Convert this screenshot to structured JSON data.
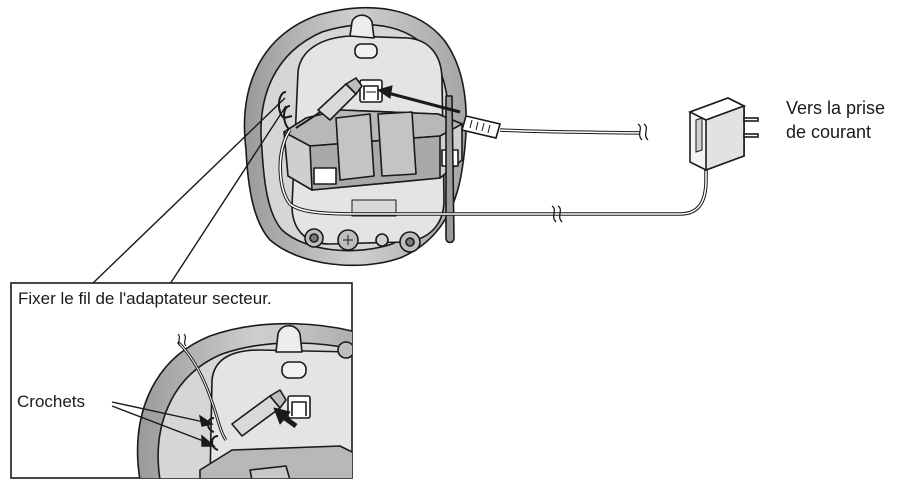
{
  "diagram": {
    "outlet_label": {
      "line1": "Vers la prise",
      "line2": "de courant"
    },
    "inset": {
      "caption": "Fixer le fil de l'adaptateur secteur.",
      "hooks_label": "Crochets"
    }
  },
  "colors": {
    "line": "#1a1a1a",
    "body_light": "#e6e6e6",
    "body_mid": "#c8c8c8",
    "body_dark": "#8c8c8c",
    "rim": "#b3b3b3"
  }
}
